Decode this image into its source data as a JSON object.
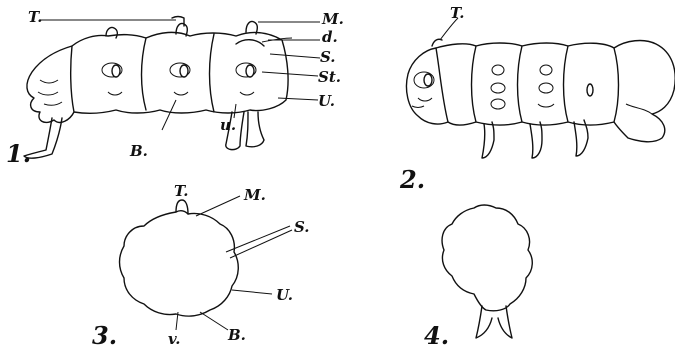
{
  "figures": [
    {
      "number": "1.",
      "subject": "larva side view, legs extended",
      "labels": {
        "T": "T.",
        "M": "M.",
        "d": "d.",
        "S": "S.",
        "St": "St.",
        "U": "U.",
        "u": "u.",
        "B": "B."
      }
    },
    {
      "number": "2.",
      "subject": "larva side view",
      "labels": {
        "T": "T."
      }
    },
    {
      "number": "3.",
      "subject": "cross-section of body segment",
      "labels": {
        "T": "T.",
        "M": "M.",
        "S": "S.",
        "U": "U.",
        "v": "v.",
        "B": "B."
      }
    },
    {
      "number": "4.",
      "subject": "cross-section with legs",
      "labels": {}
    }
  ],
  "colors": {
    "ink": "#111111",
    "paper": "#ffffff"
  }
}
